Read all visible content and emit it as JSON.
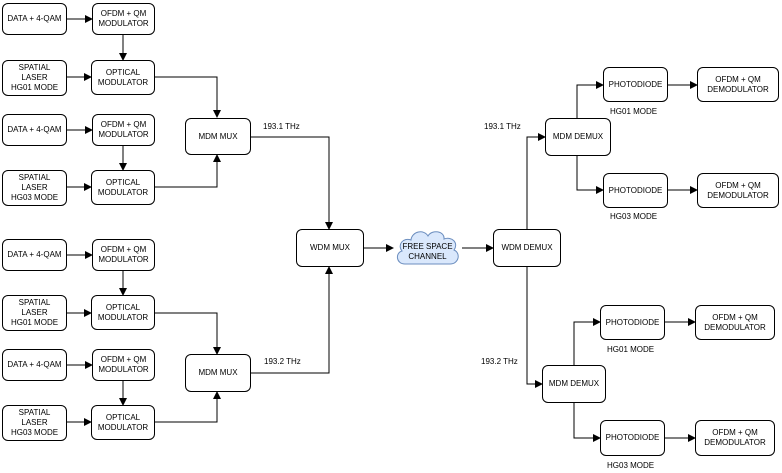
{
  "blocks": {
    "data_qam": "DATA + 4-QAM",
    "ofdm_mod": "OFDM + QM\nMODULATOR",
    "laser_hg01": "SPATIAL\nLASER\nHG01 MODE",
    "laser_hg03": "SPATIAL\nLASER\nHG03 MODE",
    "optical_mod": "OPTICAL\nMODULATOR",
    "mdm_mux": "MDM MUX",
    "wdm_mux": "WDM MUX",
    "channel": "FREE SPACE\nCHANNEL",
    "wdm_demux": "WDM DEMUX",
    "mdm_demux": "MDM DEMUX",
    "photodiode": "PHOTODIODE",
    "ofdm_demod": "OFDM + QM\nDEMODULATOR"
  },
  "labels": {
    "freq_1": "193.1 THz",
    "freq_2": "193.2 THz",
    "hg01_mode": "HG01 MODE",
    "hg03_mode": "HG03 MODE"
  },
  "colors": {
    "cloud_fill": "#dae8fc",
    "cloud_stroke": "#6c8ebf",
    "line": "#000000"
  }
}
